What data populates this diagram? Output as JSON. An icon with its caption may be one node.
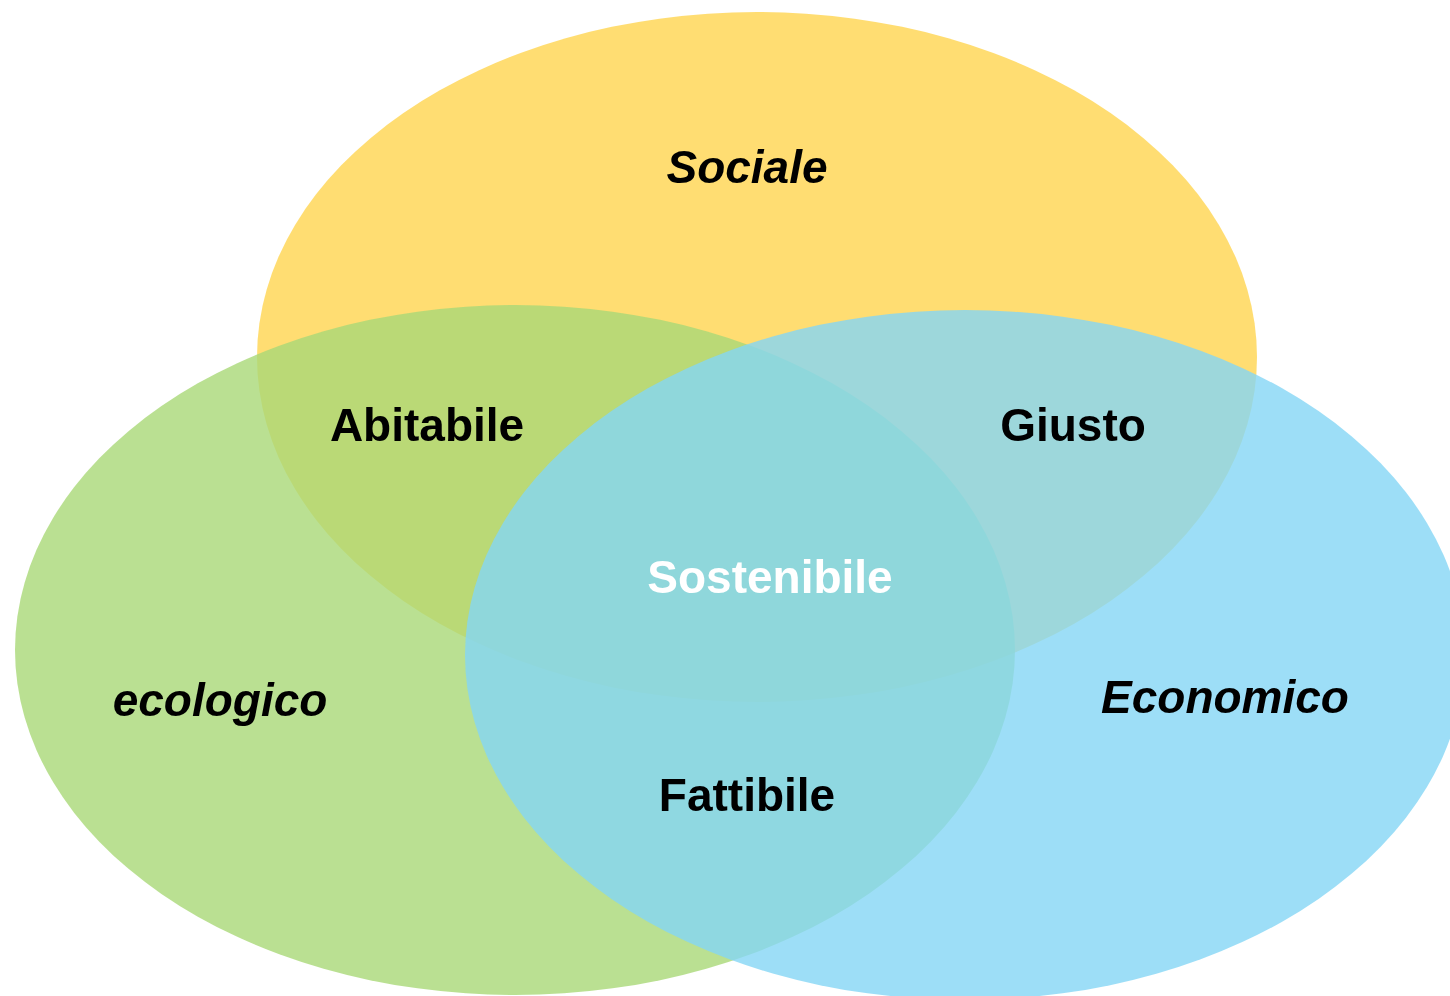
{
  "diagram": {
    "nodes": [
      {
        "text": [
          "Sociale"
        ]
      },
      {
        "text": [
          "ecologico"
        ]
      },
      {
        "text": [
          "Economico"
        ]
      }
    ],
    "labels": [
      "Abitabile",
      "Giusto",
      "Sostenibile",
      "Fattibile"
    ]
  }
}
